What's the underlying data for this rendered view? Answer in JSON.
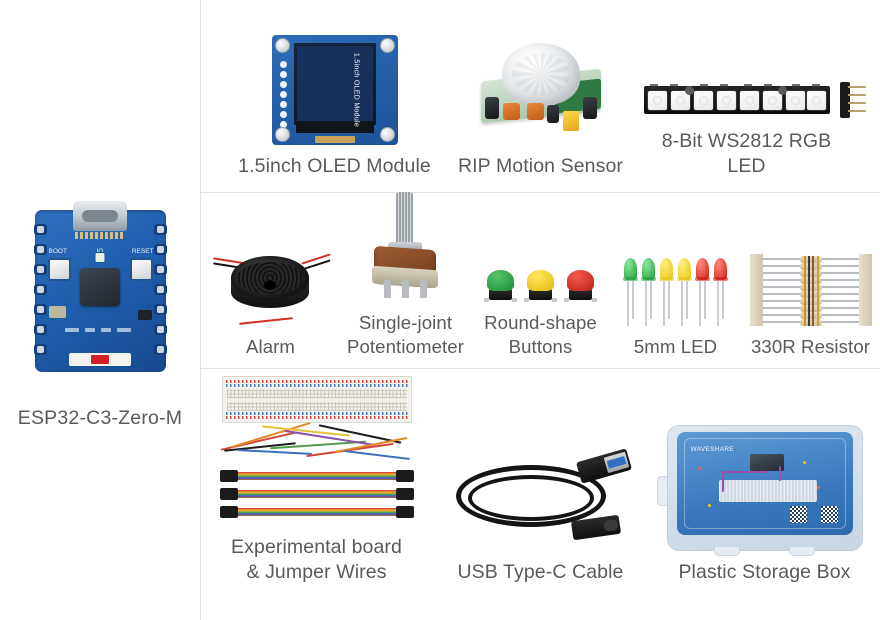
{
  "kit": {
    "featured": {
      "label": "ESP32-C3-Zero-M",
      "board_silk": {
        "boot": "BOOT",
        "io": "IO",
        "reset": "RESET"
      }
    },
    "rows": [
      {
        "row_id": "row-1",
        "items": [
          {
            "name": "oled-module",
            "label": "1.5inch OLED Module",
            "on_device_text": "1.5inch OLED Module"
          },
          {
            "name": "pir-motion-sensor",
            "label": "RIP Motion Sensor"
          },
          {
            "name": "ws2812-rgb-led",
            "label": "8-Bit WS2812 RGB LED"
          }
        ]
      },
      {
        "row_id": "row-2",
        "items": [
          {
            "name": "alarm-buzzer",
            "label": "Alarm"
          },
          {
            "name": "potentiometer",
            "label": "Single-joint\nPotentiometer",
            "label_line1": "Single-joint",
            "label_line2": "Potentiometer"
          },
          {
            "name": "round-buttons",
            "label": "Round-shape\nButtons",
            "label_line1": "Round-shape",
            "label_line2": "Buttons"
          },
          {
            "name": "led-5mm",
            "label": "5mm LED"
          },
          {
            "name": "resistor-330r",
            "label": "330R Resistor"
          }
        ]
      },
      {
        "row_id": "row-3",
        "items": [
          {
            "name": "breadboard-jumpers",
            "label": "Experimental board\n& Jumper Wires",
            "label_line1": "Experimental board",
            "label_line2": "& Jumper Wires"
          },
          {
            "name": "usb-type-c-cable",
            "label": "USB Type-C Cable"
          },
          {
            "name": "plastic-storage-box",
            "label": "Plastic Storage Box",
            "brand_text": "WAVESHARE"
          }
        ]
      }
    ],
    "colors": {
      "label_text": "#5a5a5a",
      "divider": "#e4e4e4",
      "background": "#ffffff",
      "pcb_blue": "#1f5fae",
      "pir_pcb_green": "#9fc09f",
      "button_green": "#2aa83f",
      "button_yellow": "#f2d31b",
      "button_red": "#e03127",
      "led_green": "#2fb24a",
      "led_yellow": "#f1d71d",
      "led_red": "#e0241c",
      "box_blue": "#3a79bd"
    }
  }
}
